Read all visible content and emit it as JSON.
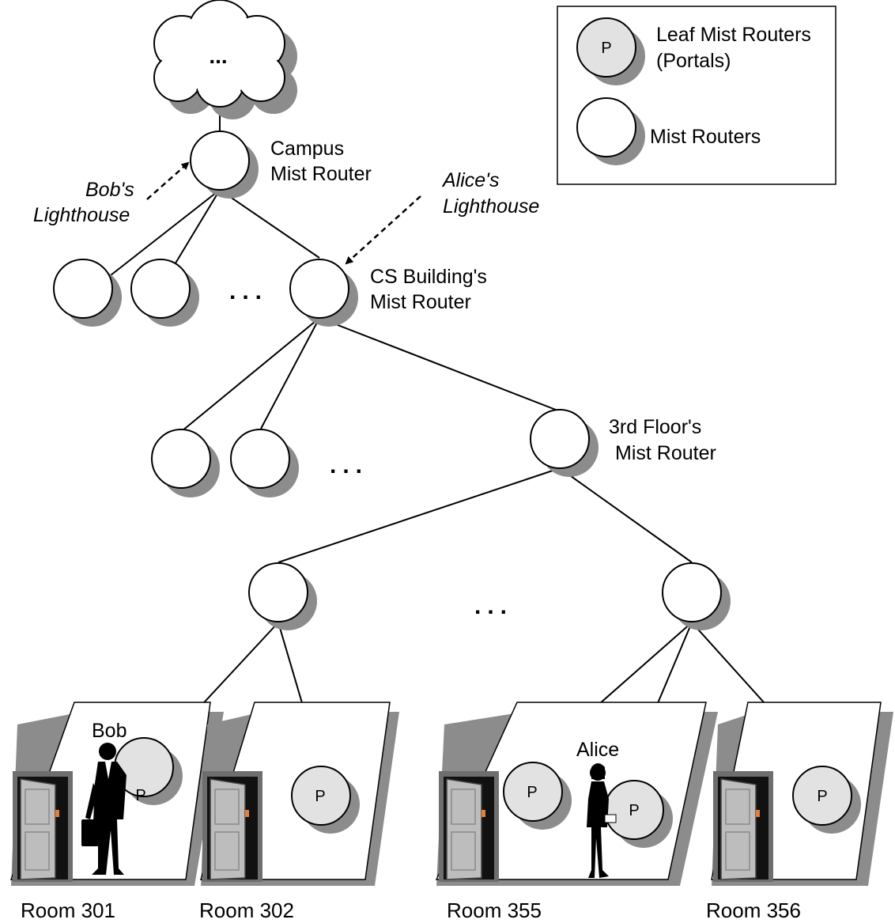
{
  "cloud": {
    "label": "..."
  },
  "legend": {
    "portal_symbol": "P",
    "portal_label_line1": "Leaf Mist Routers",
    "portal_label_line2": "(Portals)",
    "router_label": "Mist Routers"
  },
  "labels": {
    "campus_line1": "Campus",
    "campus_line2": "Mist Router",
    "cs_line1": "CS Building's",
    "cs_line2": "Mist Router",
    "floor_line1": "3rd Floor's",
    "floor_line2": "Mist Router",
    "bob_lighthouse_line1": "Bob's",
    "bob_lighthouse_line2": "Lighthouse",
    "alice_lighthouse_line1": "Alice's",
    "alice_lighthouse_line2": "Lighthouse",
    "ellipsis": "..."
  },
  "people": {
    "bob": "Bob",
    "alice": "Alice"
  },
  "portal_symbol": "P",
  "rooms": [
    "Room 301",
    "Room 302",
    "Room 355",
    "Room 356"
  ],
  "colors": {
    "router_fill": "#ffffff",
    "portal_fill": "#e2e2e2",
    "shadow": "#8c8c8c",
    "door": "#bdbdbd",
    "knob": "#e0803a"
  }
}
